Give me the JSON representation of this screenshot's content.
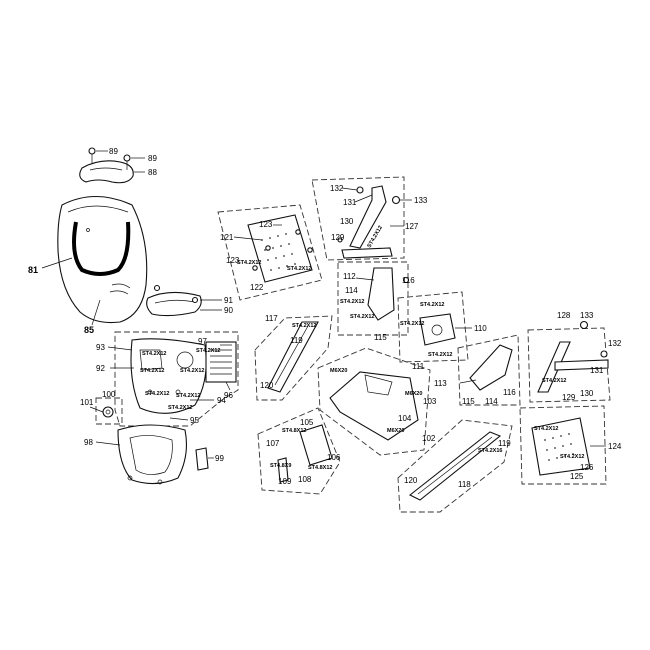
{
  "callouts": {
    "c81": "81",
    "c85": "85",
    "c88": "88",
    "c89a": "89",
    "c89b": "89",
    "c90": "90",
    "c91": "91",
    "c92": "92",
    "c93": "93",
    "c94": "94",
    "c95": "95",
    "c96": "96",
    "c97": "97",
    "c98": "98",
    "c99": "99",
    "c100": "100",
    "c101": "101",
    "c102": "102",
    "c103": "103",
    "c104": "104",
    "c105": "105",
    "c106": "106",
    "c107": "107",
    "c108": "108",
    "c109": "109",
    "c110": "110",
    "c111": "111",
    "c112": "112",
    "c113": "113",
    "c114a": "114",
    "c114b": "114",
    "c115a": "115",
    "c115b": "115",
    "c116a": "116",
    "c116b": "116",
    "c117": "117",
    "c118": "118",
    "c119a": "119",
    "c119b": "119",
    "c120a": "120",
    "c120b": "120",
    "c121": "121",
    "c122": "122",
    "c123a": "123",
    "c123b": "123",
    "c124": "124",
    "c125": "125",
    "c126": "126",
    "c127": "127",
    "c128": "128",
    "c129a": "129",
    "c129b": "129",
    "c130a": "130",
    "c130b": "130",
    "c131a": "131",
    "c131b": "131",
    "c132a": "132",
    "c132b": "132",
    "c133a": "133",
    "c133b": "133"
  },
  "screws": {
    "s1": "ST4.2X12",
    "s2": "ST4.2X12",
    "s3": "ST4.2X12",
    "s4": "ST4.2X12",
    "s5": "ST4.2X12",
    "s6": "ST4.2X12",
    "s7": "ST4.2X12",
    "s8": "ST4.2X12",
    "s9": "ST4.2X12",
    "s10": "ST4.2X12",
    "s11": "ST4.2X12",
    "s12": "ST4.2X12",
    "s13": "ST4.2X12",
    "s14": "ST4.2X12",
    "s15": "ST4.2X12",
    "s16": "ST4.2X12",
    "s17": "ST4.2X12",
    "s18": "ST4.2X12",
    "s19": "ST4.2X16",
    "s20": "ST4.8X16",
    "s21": "ST4.8X12",
    "s22": "ST4.8X12",
    "s23": "ST4.8X9",
    "s24": "M6X20",
    "s25": "M6X20",
    "s26": "M6X20"
  }
}
